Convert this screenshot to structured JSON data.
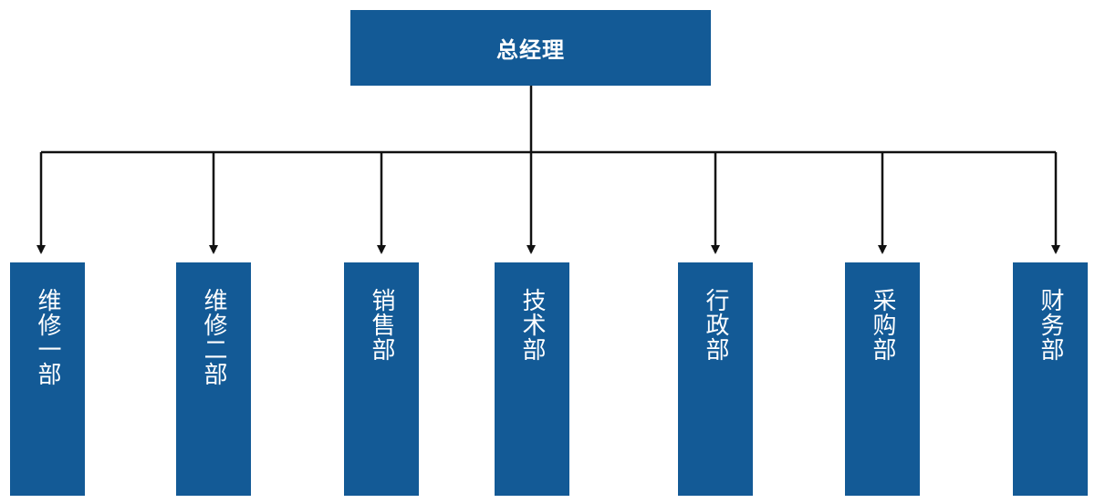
{
  "colors": {
    "box_fill": "#135a96",
    "connector": "#111111",
    "text": "#ffffff"
  },
  "root": {
    "label": "总经理"
  },
  "departments": [
    {
      "label": "维修一部"
    },
    {
      "label": "维修二部"
    },
    {
      "label": "销售部"
    },
    {
      "label": "技术部"
    },
    {
      "label": "行政部"
    },
    {
      "label": "采购部"
    },
    {
      "label": "财务部"
    }
  ]
}
